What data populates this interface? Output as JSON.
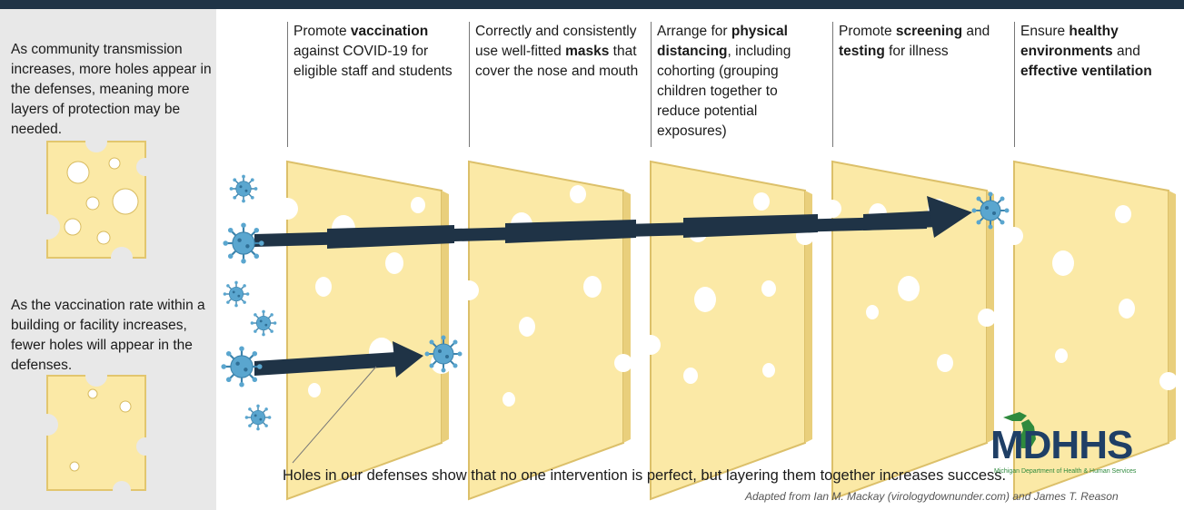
{
  "sidebar": {
    "text_top": "As community transmission increases, more holes appear in the defenses, meaning more layers of protection may be needed.",
    "text_bottom": "As the vaccination rate within a building or facility increases, fewer holes will appear in the defenses."
  },
  "interventions": [
    {
      "pre": "Promote ",
      "bold": "vaccination",
      "post": " against COVID-19 for eligible staff and students"
    },
    {
      "pre": "Correctly and consistently use well-fitted ",
      "bold": "masks",
      "post": " that cover the nose and mouth"
    },
    {
      "pre": "Arrange for ",
      "bold": "physical distancing",
      "post": ", including cohorting (grouping children together to reduce potential exposures)"
    },
    {
      "pre": "Promote ",
      "bold": "screening",
      "mid": " and ",
      "bold2": "testing",
      "post": " for illness"
    },
    {
      "pre": "Ensure ",
      "bold": "healthy environments",
      "mid": " and ",
      "bold2": "effective ventilation",
      "post": ""
    }
  ],
  "caption": "Holes in our defenses show that no one intervention is perfect, but layering them together increases success.",
  "credit": "Adapted from Ian M. Mackay (virologydownunder.com) and James T. Reason",
  "logo": {
    "text": "MDHHS",
    "subtitle": "Michigan Department of Health & Human Services"
  },
  "colors": {
    "cheese": "#fbe9a6",
    "cheese_edge": "#e2c66e",
    "arrow": "#1f3346",
    "virus": "#5aa6cf",
    "logo_green": "#2f8a3e",
    "logo_blue": "#1f3f66"
  },
  "icons": [
    "virus-icon",
    "arrow-icon",
    "cheese-slice-icon",
    "michigan-map-icon"
  ]
}
